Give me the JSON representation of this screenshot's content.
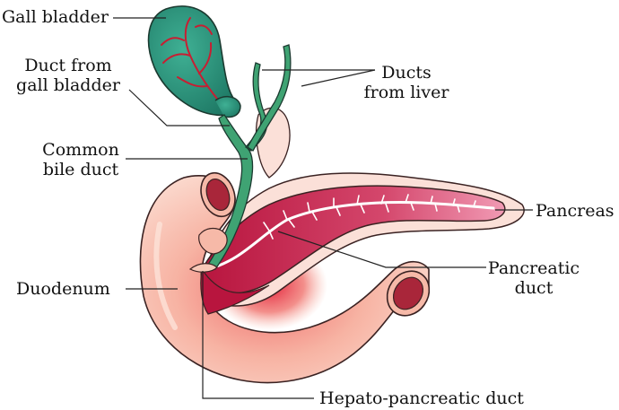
{
  "labels": {
    "gall_bladder": "Gall bladder",
    "duct_from_gall_bladder_1": "Duct from",
    "duct_from_gall_bladder_2": "gall bladder",
    "common_bile_duct_1": "Common",
    "common_bile_duct_2": "bile duct",
    "ducts_from_liver_1": "Ducts",
    "ducts_from_liver_2": "from liver",
    "pancreas": "Pancreas",
    "pancreatic_duct_1": "Pancreatic",
    "pancreatic_duct_2": "duct",
    "duodenum": "Duodenum",
    "hepato_pancreatic_duct": "Hepato-pancreatic duct"
  },
  "colors": {
    "gall_bladder": "#2f9a82",
    "bile_ducts": "#3fa373",
    "duodenum": "#f6b9a8",
    "pancreas": "#c8284a",
    "pancreatic_duct": "#ffffff",
    "outline": "#2a1a1a"
  }
}
